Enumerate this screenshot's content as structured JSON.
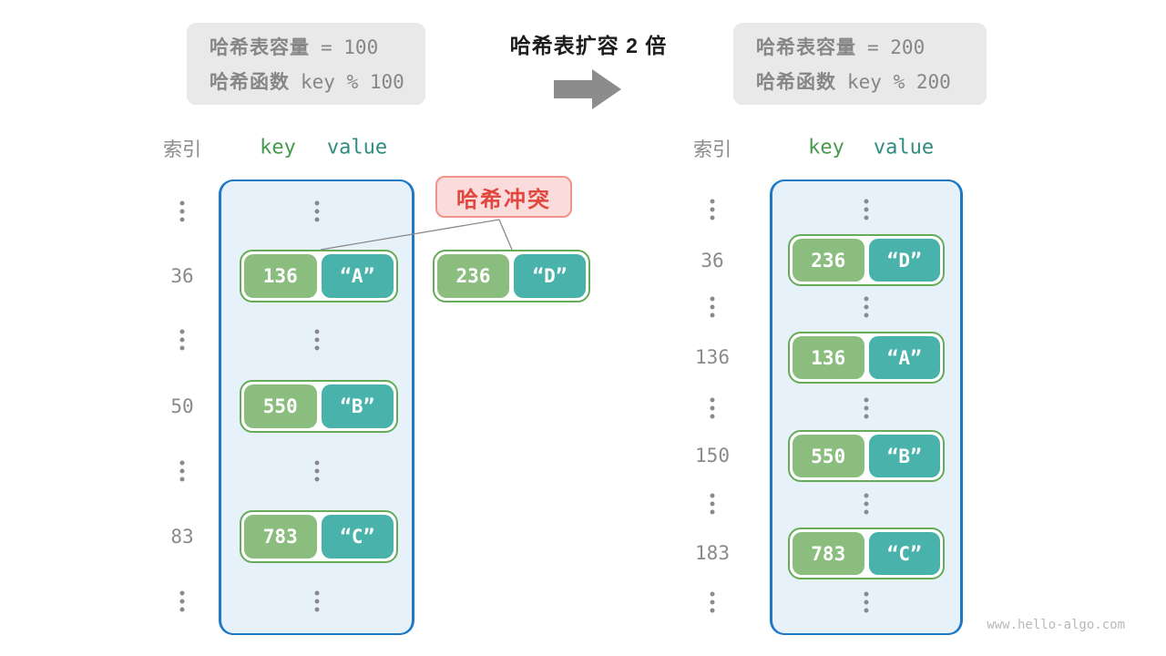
{
  "title": "哈希表扩容 2 倍",
  "left_info": {
    "capacity_label": "哈希表容量",
    "capacity_value": "= 100",
    "hash_label": "哈希函数",
    "hash_value": "key % 100"
  },
  "right_info": {
    "capacity_label": "哈希表容量",
    "capacity_value": "= 200",
    "hash_label": "哈希函数",
    "hash_value": "key % 200"
  },
  "collision_label": "哈希冲突",
  "left_table": {
    "headers": {
      "index": "索引",
      "key": "key",
      "value": "value"
    },
    "rows": [
      {
        "index": "36",
        "key": "136",
        "value": "“A”"
      },
      {
        "index": "50",
        "key": "550",
        "value": "“B”"
      },
      {
        "index": "83",
        "key": "783",
        "value": "“C”"
      }
    ]
  },
  "floating_pair": {
    "key": "236",
    "value": "“D”"
  },
  "right_table": {
    "headers": {
      "index": "索引",
      "key": "key",
      "value": "value"
    },
    "rows": [
      {
        "index": "36",
        "key": "236",
        "value": "“D”"
      },
      {
        "index": "136",
        "key": "136",
        "value": "“A”"
      },
      {
        "index": "150",
        "key": "550",
        "value": "“B”"
      },
      {
        "index": "183",
        "key": "783",
        "value": "“C”"
      }
    ]
  },
  "watermark": "www.hello-algo.com",
  "icons": {
    "expand_arrow": "right-arrow",
    "ellipsis": "vertical-ellipsis"
  },
  "palette": {
    "table_border_blue": "#1d78c6",
    "table_bg_blue": "#e7f1fa",
    "key_cell_green": "#8bbd7e",
    "value_cell_teal": "#49b3ab",
    "pair_border_green": "#66ab58",
    "header_key_green": "#47994b",
    "header_value_teal": "#2f8c80",
    "collision_red": "#e0483f",
    "collision_bg_pink": "#fadcdc",
    "info_box_gray": "#e9e9e9",
    "gray_text": "#8a8a8a",
    "watermark_gray": "#b9b9b9"
  }
}
